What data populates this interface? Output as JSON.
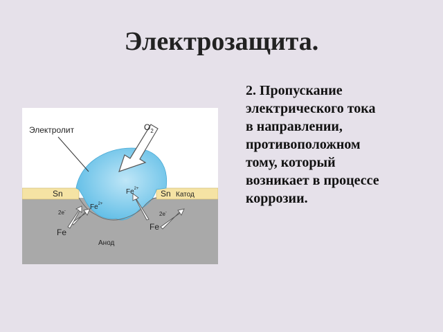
{
  "title": "Электрозащита.",
  "body_text": "2. Пропускание\nэлектрического тока\nв направлении,\nпротивоположном\nтому, который\nвозникает в процессе\nкоррозии.",
  "diagram": {
    "labels": {
      "electrolyte": "Электролит",
      "oxygen": "O",
      "oxygen_sub": "2",
      "sn_left": "Sn",
      "sn_right": "Sn",
      "cathode": "Катод",
      "anode": "Анод",
      "fe_left": "Fe",
      "fe_right": "Fe",
      "fe_ion_1": "Fe",
      "fe_ion_1_sup": "2+",
      "fe_ion_2": "Fe",
      "fe_ion_2_sup": "2+",
      "electrons_left": "2e",
      "electrons_left_sup": "-",
      "electrons_right": "2e",
      "electrons_right_sup": "-"
    },
    "colors": {
      "electrolyte": "#7ccaea",
      "tin_layer": "#f5e3a4",
      "anode_metal": "#a8a8a8",
      "background": "#ffffff"
    }
  }
}
